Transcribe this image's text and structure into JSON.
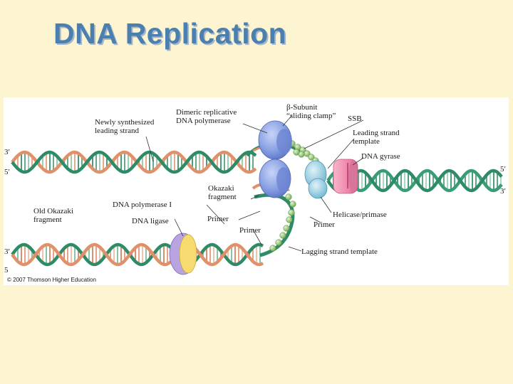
{
  "slide": {
    "title": "DNA Replication"
  },
  "figure": {
    "labels": {
      "beta_subunit": [
        "β-Subunit",
        "“sliding clamp”"
      ],
      "dimeric_polymerase": [
        "Dimeric replicative",
        "DNA polymerase"
      ],
      "newly_synthesized": [
        "Newly synthesized",
        "leading strand"
      ],
      "ssb": "SSB",
      "leading_template": [
        "Leading strand",
        "template"
      ],
      "dna_gyrase": "DNA gyrase",
      "okazaki_fragment": [
        "Okazaki",
        "fragment"
      ],
      "dna_polymerase_1": "DNA polymerase I",
      "old_okazaki": [
        "Old Okazaki",
        "fragment"
      ],
      "dna_ligase": "DNA ligase",
      "primer_center": "Primer",
      "primer_lower": "Primer",
      "helicase_primase": "Helicase/primase",
      "primer_right": "Primer",
      "lagging_template": "Lagging strand template"
    },
    "strand_ends": {
      "top_left_3": "3′",
      "top_left_5": "5′",
      "top_right_5": "5′",
      "top_right_3": "3′",
      "bottom_left_3": "3′",
      "bottom_left_5": "5"
    },
    "copyright": "© 2007 Thomson Higher Education",
    "colors": {
      "strand_green": "#2e8b66",
      "strand_orange": "#e0906a",
      "polymerase_blue": "#7f9be0",
      "helicase_cyan": "#9fd4e4",
      "gyrase_pink": "#f28cb0",
      "ligase_yellow": "#f6dc70",
      "ssb_green": "#9ccc7a"
    }
  }
}
